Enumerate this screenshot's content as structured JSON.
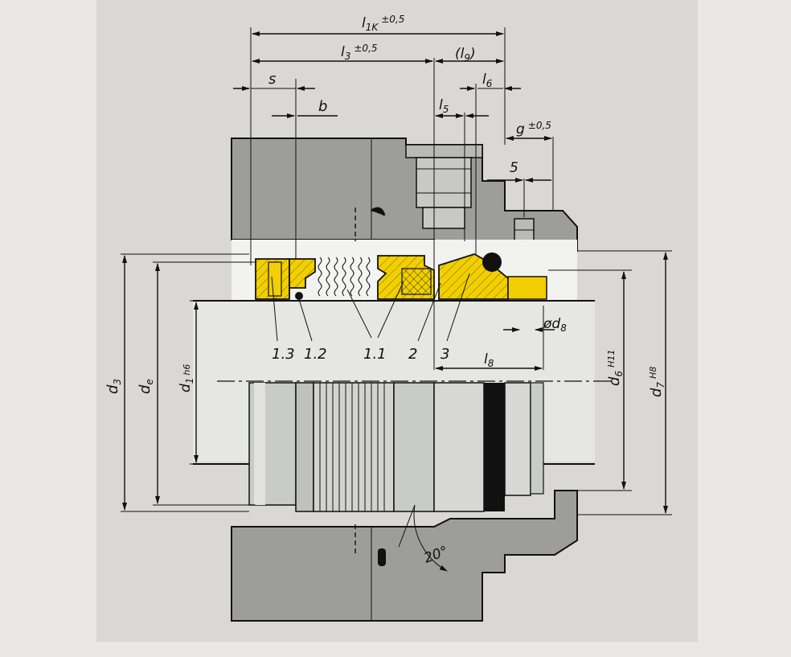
{
  "colors": {
    "page": "#e8e7e3",
    "panel": "#d9d8d4",
    "housing": "#9d9e9c",
    "shaft": "#e6e6e4",
    "sleeve": "#c9cbc8",
    "yellow": "#f2cf00",
    "ink": "#111111"
  },
  "dims": {
    "l1k": "l",
    "l1k_sub": "1K",
    "l1k_tol": "±0,5",
    "l3": "l",
    "l3_sub": "3",
    "l3_tol": "±0,5",
    "l9": "(l",
    "l9_sub": "9",
    "l9_close": ")",
    "l6": "l",
    "l6_sub": "6",
    "l5": "l",
    "l5_sub": "5",
    "s": "s",
    "b": "b",
    "g": "g",
    "g_tol": "±0,5",
    "five": "5",
    "d8": "ød",
    "d8_sub": "8",
    "l8": "l",
    "l8_sub": "8",
    "d3": "d",
    "d3_sub": "3",
    "de": "d",
    "de_sub": "e",
    "d1": "d",
    "d1_sub": "1",
    "d1_tol": "h6",
    "d6": "d",
    "d6_sub": "6",
    "d6_tol": "H11",
    "d7": "d",
    "d7_sub": "7",
    "d7_tol": "H8",
    "angle": "20°"
  },
  "parts": {
    "p13": "1.3",
    "p12": "1.2",
    "p11": "1.1",
    "p2": "2",
    "p3": "3"
  }
}
